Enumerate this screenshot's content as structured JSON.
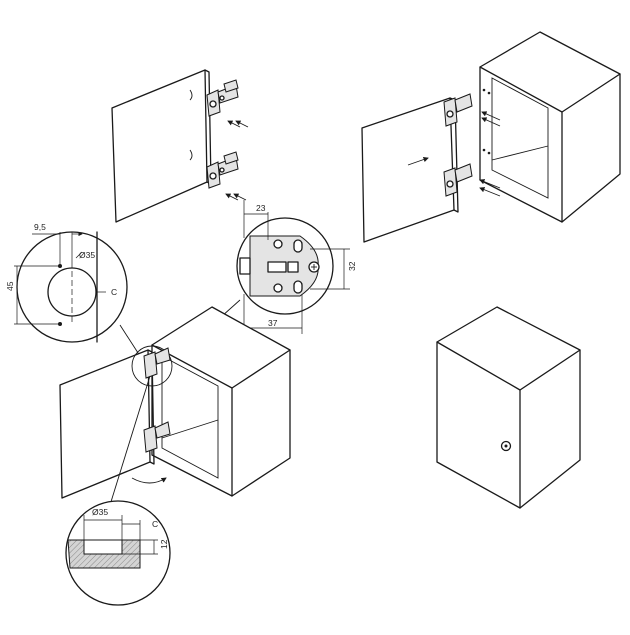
{
  "dimensions": {
    "hole_offset": "9,5",
    "cup_diameter": "Ø35",
    "hinge_spacing": "45",
    "edge_distance": "C",
    "hinge_width": "23",
    "hinge_height": "32",
    "hinge_length": "37",
    "detail_diameter": "Ø35",
    "detail_edge": "C",
    "cup_depth": "12"
  }
}
